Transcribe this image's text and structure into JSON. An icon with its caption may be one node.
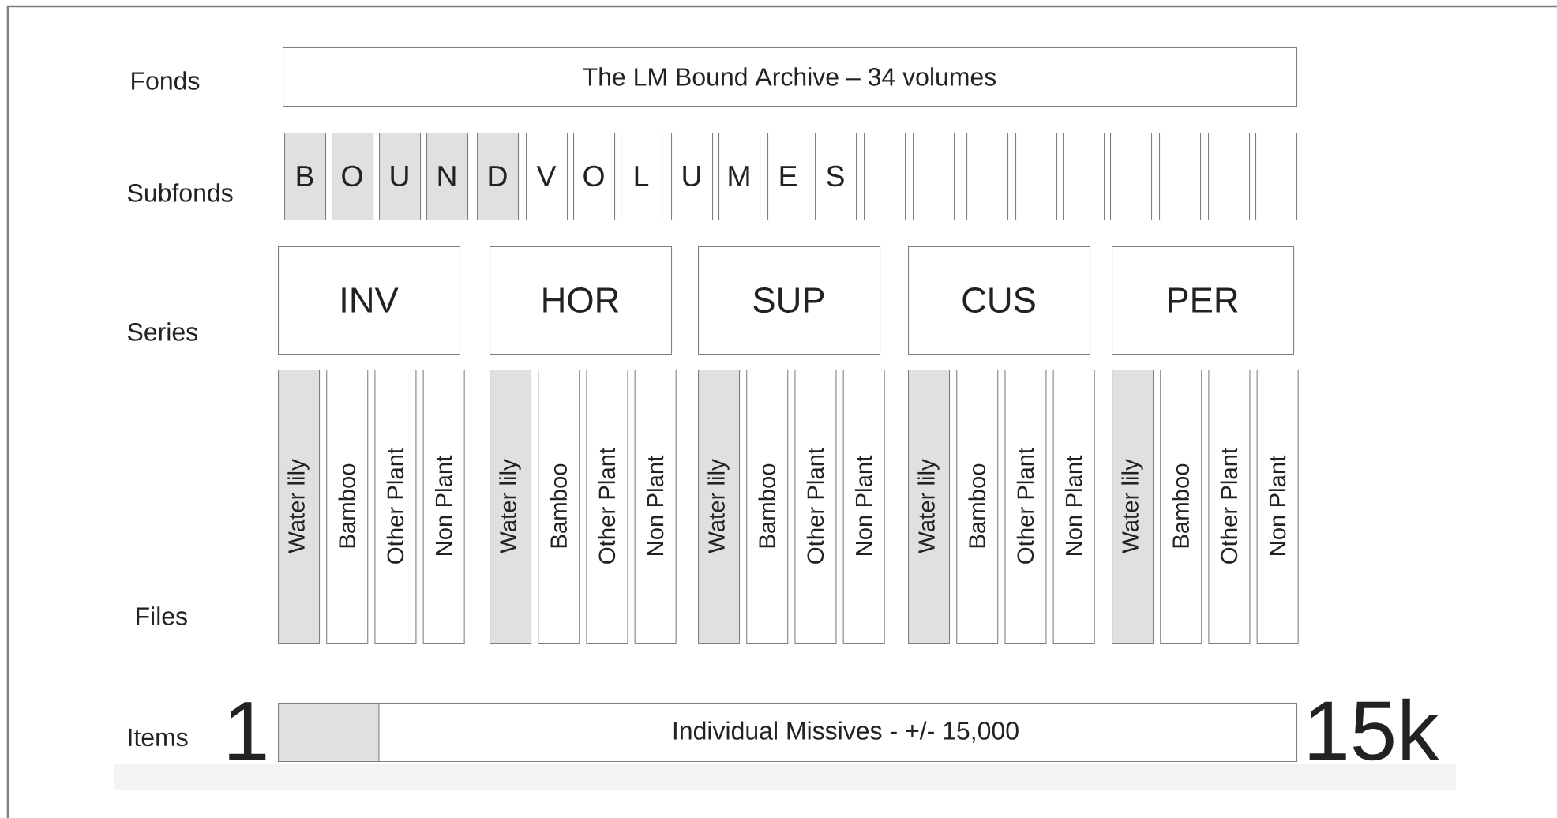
{
  "diagram": {
    "nodes": [
      {
        "text": [
          "The LM Bound Archive – 34 volumes"
        ]
      },
      {
        "text": [
          "B"
        ]
      },
      {
        "text": [
          "O"
        ]
      },
      {
        "text": [
          "U"
        ]
      },
      {
        "text": [
          "N"
        ]
      },
      {
        "text": [
          "D"
        ]
      },
      {
        "text": [
          "V"
        ]
      },
      {
        "text": [
          "O"
        ]
      },
      {
        "text": [
          "L"
        ]
      },
      {
        "text": [
          "U"
        ]
      },
      {
        "text": [
          "M"
        ]
      },
      {
        "text": [
          "E"
        ]
      },
      {
        "text": [
          "S"
        ]
      },
      {
        "text": [],
        "shape": "box"
      },
      {
        "text": [],
        "shape": "box"
      },
      {
        "text": [],
        "shape": "box"
      },
      {
        "text": [],
        "shape": "box"
      },
      {
        "text": [],
        "shape": "box"
      },
      {
        "text": [],
        "shape": "box"
      },
      {
        "text": [],
        "shape": "box"
      },
      {
        "text": [],
        "shape": "box"
      },
      {
        "text": [],
        "shape": "box"
      },
      {
        "text": [
          "INV"
        ]
      },
      {
        "text": [
          "HOR"
        ]
      },
      {
        "text": [
          "SUP"
        ]
      },
      {
        "text": [
          "CUS"
        ]
      },
      {
        "text": [
          "PER"
        ]
      },
      {
        "text": [
          "Water lily"
        ]
      },
      {
        "text": [
          "Bamboo"
        ]
      },
      {
        "text": [
          "Other Plant"
        ]
      },
      {
        "text": [
          "Non Plant"
        ]
      },
      {
        "text": [
          "Water lily"
        ]
      },
      {
        "text": [
          "Bamboo"
        ]
      },
      {
        "text": [
          "Other Plant"
        ]
      },
      {
        "text": [
          "Non Plant"
        ]
      },
      {
        "text": [
          "Water lily"
        ]
      },
      {
        "text": [
          "Bamboo"
        ]
      },
      {
        "text": [
          "Other Plant"
        ]
      },
      {
        "text": [
          "Non Plant"
        ]
      },
      {
        "text": [
          "Water lily"
        ]
      },
      {
        "text": [
          "Bamboo"
        ]
      },
      {
        "text": [
          "Other Plant"
        ]
      },
      {
        "text": [
          "Non Plant"
        ]
      },
      {
        "text": [
          "Water lily"
        ]
      },
      {
        "text": [
          "Bamboo"
        ]
      },
      {
        "text": [
          "Other Plant"
        ]
      },
      {
        "text": [
          "Non Plant"
        ]
      },
      {
        "text": [
          "Individual Missives - +/- 15,000"
        ]
      }
    ],
    "labels": [
      "Fonds",
      "Subfonds",
      "Series",
      "Files",
      "Items",
      "1",
      "15k"
    ]
  }
}
